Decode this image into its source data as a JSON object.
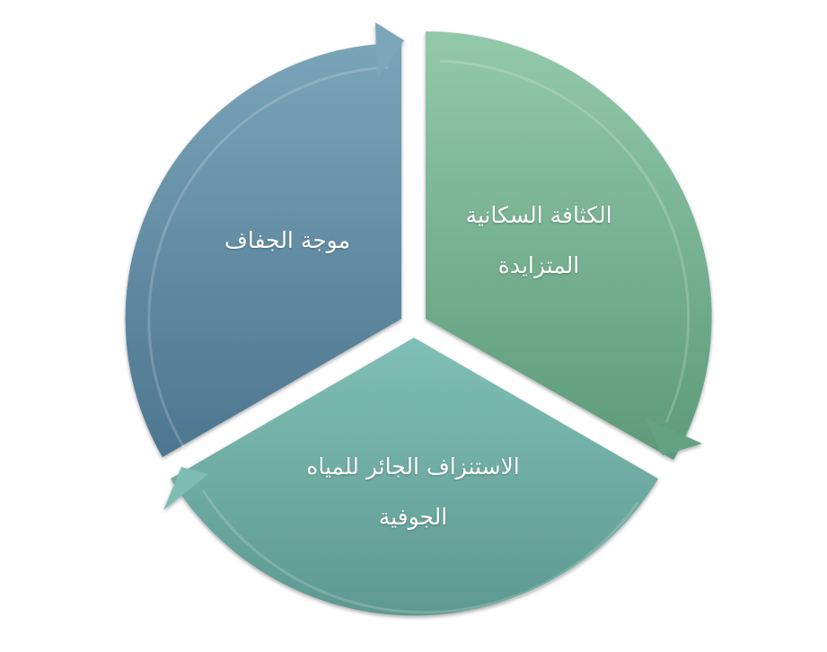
{
  "diagram": {
    "type": "cycle",
    "segments": [
      {
        "id": "drought",
        "lines": [
          "موجة الجفاف"
        ],
        "color_top": "#7aa4b8",
        "color_bottom": "#4d7690"
      },
      {
        "id": "density",
        "lines": [
          "الكثافة السكانية",
          "المتزايدة"
        ],
        "color_top": "#92c9aa",
        "color_bottom": "#5c9a7a"
      },
      {
        "id": "depletion",
        "lines": [
          "الاستنزاف الجائر للمياه",
          "الجوفية"
        ],
        "color_top": "#80bfb6",
        "color_bottom": "#5d9990"
      }
    ],
    "arrow_direction": "clockwise"
  }
}
